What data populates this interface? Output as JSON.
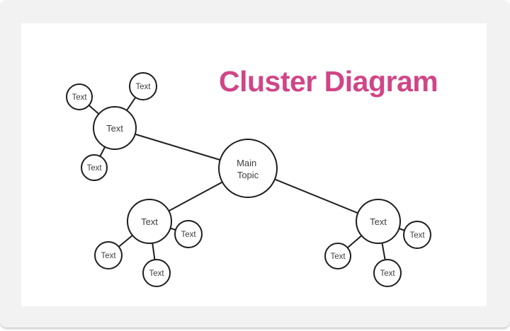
{
  "page": {
    "frame_color": "#f2f2f2",
    "canvas_color": "#ffffff"
  },
  "title": {
    "text": "Cluster Diagram",
    "color": "#cf4687"
  },
  "diagram": {
    "stroke_color": "#1e1e1e",
    "node_fill": "#ffffff",
    "label_color": "#3d3d3d",
    "main_label_lines": [
      "Main",
      "Topic"
    ],
    "cluster_a": {
      "hub": "Text",
      "leaves": [
        "Text",
        "Text",
        "Text"
      ]
    },
    "cluster_b": {
      "hub": "Text",
      "leaves": [
        "Text",
        "Text",
        "Text"
      ]
    },
    "cluster_c": {
      "hub": "Text",
      "leaves": [
        "Text",
        "Text",
        "Text"
      ]
    }
  }
}
